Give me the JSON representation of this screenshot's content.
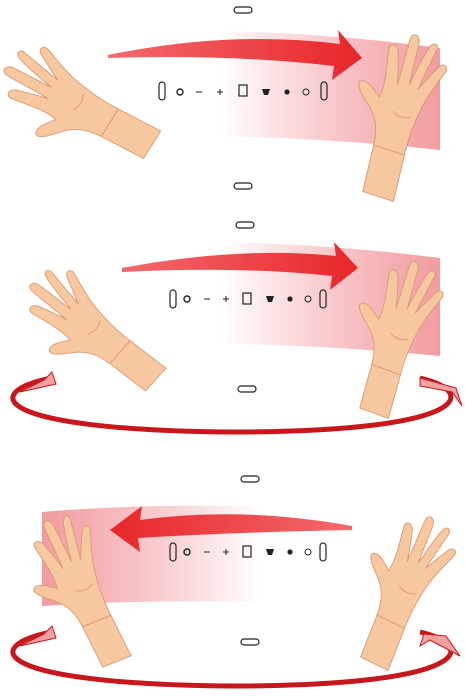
{
  "colors": {
    "arrow": "#e8262a",
    "arrow_dark": "#c5161c",
    "ring": "#c8161d",
    "ring_light": "#f4a0a0",
    "band_tint": "#f08a90",
    "skin": "#f7c7a0",
    "skin_shade": "#e8a57c",
    "outline": "#222222"
  },
  "scenes": [
    {
      "name": "scene-1",
      "sweep": "left-to-right",
      "rotation_arrows": false,
      "control_glyphs": [
        "||",
        "⊛",
        "−",
        "+",
        "□",
        "♚",
        "⊛",
        "◎",
        "||"
      ]
    },
    {
      "name": "scene-2",
      "sweep": "left-to-right",
      "rotation_arrows": true,
      "control_glyphs": [
        "||",
        "⊛",
        "−",
        "+",
        "□",
        "♚",
        "⊛",
        "◎",
        "||"
      ]
    },
    {
      "name": "scene-3",
      "sweep": "right-to-left",
      "rotation_arrows": true,
      "control_glyphs": [
        "||",
        "⊛",
        "−",
        "+",
        "□",
        "♚",
        "⊛",
        "◎",
        "||"
      ]
    }
  ]
}
